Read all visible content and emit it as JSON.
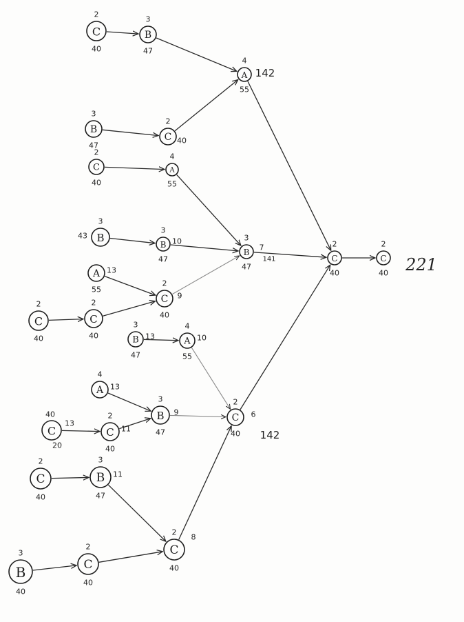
{
  "nodes": [
    {
      "id": "n1",
      "letter": "C",
      "top": "2",
      "bottom": "40",
      "side": ""
    },
    {
      "id": "n2",
      "letter": "B",
      "top": "3",
      "bottom": "47",
      "side": ""
    },
    {
      "id": "n3",
      "letter": "A",
      "top": "4",
      "bottom": "55",
      "side": "142"
    },
    {
      "id": "n4",
      "letter": "B",
      "top": "3",
      "bottom": "47",
      "side": ""
    },
    {
      "id": "n5",
      "letter": "C",
      "top": "2",
      "bottom": "",
      "side": "40"
    },
    {
      "id": "n6",
      "letter": "C",
      "top": "2",
      "bottom": "40",
      "side": ""
    },
    {
      "id": "n7",
      "letter": "A",
      "top": "4",
      "bottom": "55",
      "side": ""
    },
    {
      "id": "n8",
      "letter": "B",
      "top": "3",
      "bottom": "",
      "side": "43"
    },
    {
      "id": "n9",
      "letter": "B",
      "top": "3",
      "bottom": "47",
      "side": "10"
    },
    {
      "id": "n10",
      "letter": "B",
      "top": "3",
      "bottom": "47",
      "side": "7"
    },
    {
      "id": "n11",
      "letter": "A",
      "top": "",
      "bottom": "55",
      "side": "13"
    },
    {
      "id": "n12",
      "letter": "C",
      "top": "2",
      "bottom": "40",
      "side": "9"
    },
    {
      "id": "n13",
      "letter": "C",
      "top": "2",
      "bottom": "40",
      "side": ""
    },
    {
      "id": "n14",
      "letter": "C",
      "top": "2",
      "bottom": "40",
      "side": ""
    },
    {
      "id": "n15",
      "letter": "B",
      "top": "3",
      "bottom": "47",
      "side": "13"
    },
    {
      "id": "n16",
      "letter": "A",
      "top": "4",
      "bottom": "55",
      "side": "10"
    },
    {
      "id": "n17",
      "letter": "A",
      "top": "4",
      "bottom": "",
      "side": "13"
    },
    {
      "id": "n18",
      "letter": "B",
      "top": "3",
      "bottom": "47",
      "side": "9"
    },
    {
      "id": "n19",
      "letter": "C",
      "top": "40",
      "bottom": "20",
      "side": "13"
    },
    {
      "id": "n20",
      "letter": "C",
      "top": "2",
      "bottom": "40",
      "side": "11"
    },
    {
      "id": "n21",
      "letter": "C",
      "top": "2",
      "bottom": "40",
      "side": "6"
    },
    {
      "id": "n22",
      "letter": "C",
      "top": "2",
      "bottom": "40",
      "side": ""
    },
    {
      "id": "n23",
      "letter": "B",
      "top": "3",
      "bottom": "47",
      "side": "11"
    },
    {
      "id": "n24",
      "letter": "C",
      "top": "2",
      "bottom": "40",
      "side": "8"
    },
    {
      "id": "n25",
      "letter": "B",
      "top": "3",
      "bottom": "40",
      "side": ""
    },
    {
      "id": "n26",
      "letter": "C",
      "top": "2",
      "bottom": "40",
      "side": ""
    },
    {
      "id": "n27",
      "letter": "C",
      "top": "2",
      "bottom": "40",
      "side": ""
    },
    {
      "id": "n28",
      "letter": "C",
      "top": "2",
      "bottom": "40",
      "side": ""
    }
  ],
  "edges": [
    [
      "n1",
      "n2"
    ],
    [
      "n2",
      "n3"
    ],
    [
      "n4",
      "n5"
    ],
    [
      "n5",
      "n3"
    ],
    [
      "n6",
      "n7"
    ],
    [
      "n7",
      "n10"
    ],
    [
      "n8",
      "n9"
    ],
    [
      "n9",
      "n10"
    ],
    [
      "n11",
      "n12"
    ],
    [
      "n13",
      "n14"
    ],
    [
      "n14",
      "n12"
    ],
    [
      "n12",
      "n10"
    ],
    [
      "n15",
      "n16"
    ],
    [
      "n16",
      "n21"
    ],
    [
      "n17",
      "n18"
    ],
    [
      "n19",
      "n20"
    ],
    [
      "n20",
      "n18"
    ],
    [
      "n18",
      "n21"
    ],
    [
      "n22",
      "n23"
    ],
    [
      "n23",
      "n24"
    ],
    [
      "n25",
      "n26"
    ],
    [
      "n26",
      "n24"
    ],
    [
      "n24",
      "n21"
    ],
    [
      "n3",
      "n27"
    ],
    [
      "n10",
      "n27"
    ],
    [
      "n21",
      "n27"
    ],
    [
      "n27",
      "n28"
    ]
  ],
  "annotations": {
    "near_b_center": "141",
    "near_c_bottom": "142",
    "total": "221"
  }
}
